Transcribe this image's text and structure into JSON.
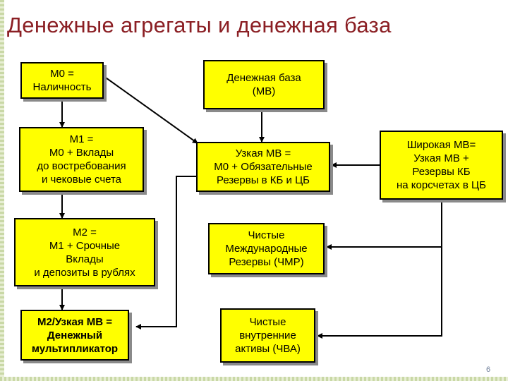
{
  "slide": {
    "title": "Денежные агрегаты и денежная база",
    "page_number": "6"
  },
  "boxes": {
    "m0": "M0 =\nНаличность",
    "m1": "M1 =\nM0 + Вклады\nдо востребования\nи чековые счета",
    "m2": "M2 =\nM1 + Срочные\nВклады\nи депозиты в рублях",
    "multiplier": "M2/Узкая МВ =\nДенежный\nмультипликатор",
    "mb": "Денежная база\n(МВ)",
    "narrow_mb": "Узкая МВ =\nM0 + Обязательные\nРезервы в КБ и ЦБ",
    "broad_mb": "Широкая МВ=\nУзкая МВ +\nРезервы КБ\nна корсчетах в ЦБ",
    "nir": "Чистые\nМеждународные\nРезервы (ЧМР)",
    "nda": "Чистые\nвнутренние\nактивы (ЧВА)"
  },
  "colors": {
    "title": "#8b1f24",
    "box_fill": "#ffff00",
    "arrow": "#000000"
  }
}
